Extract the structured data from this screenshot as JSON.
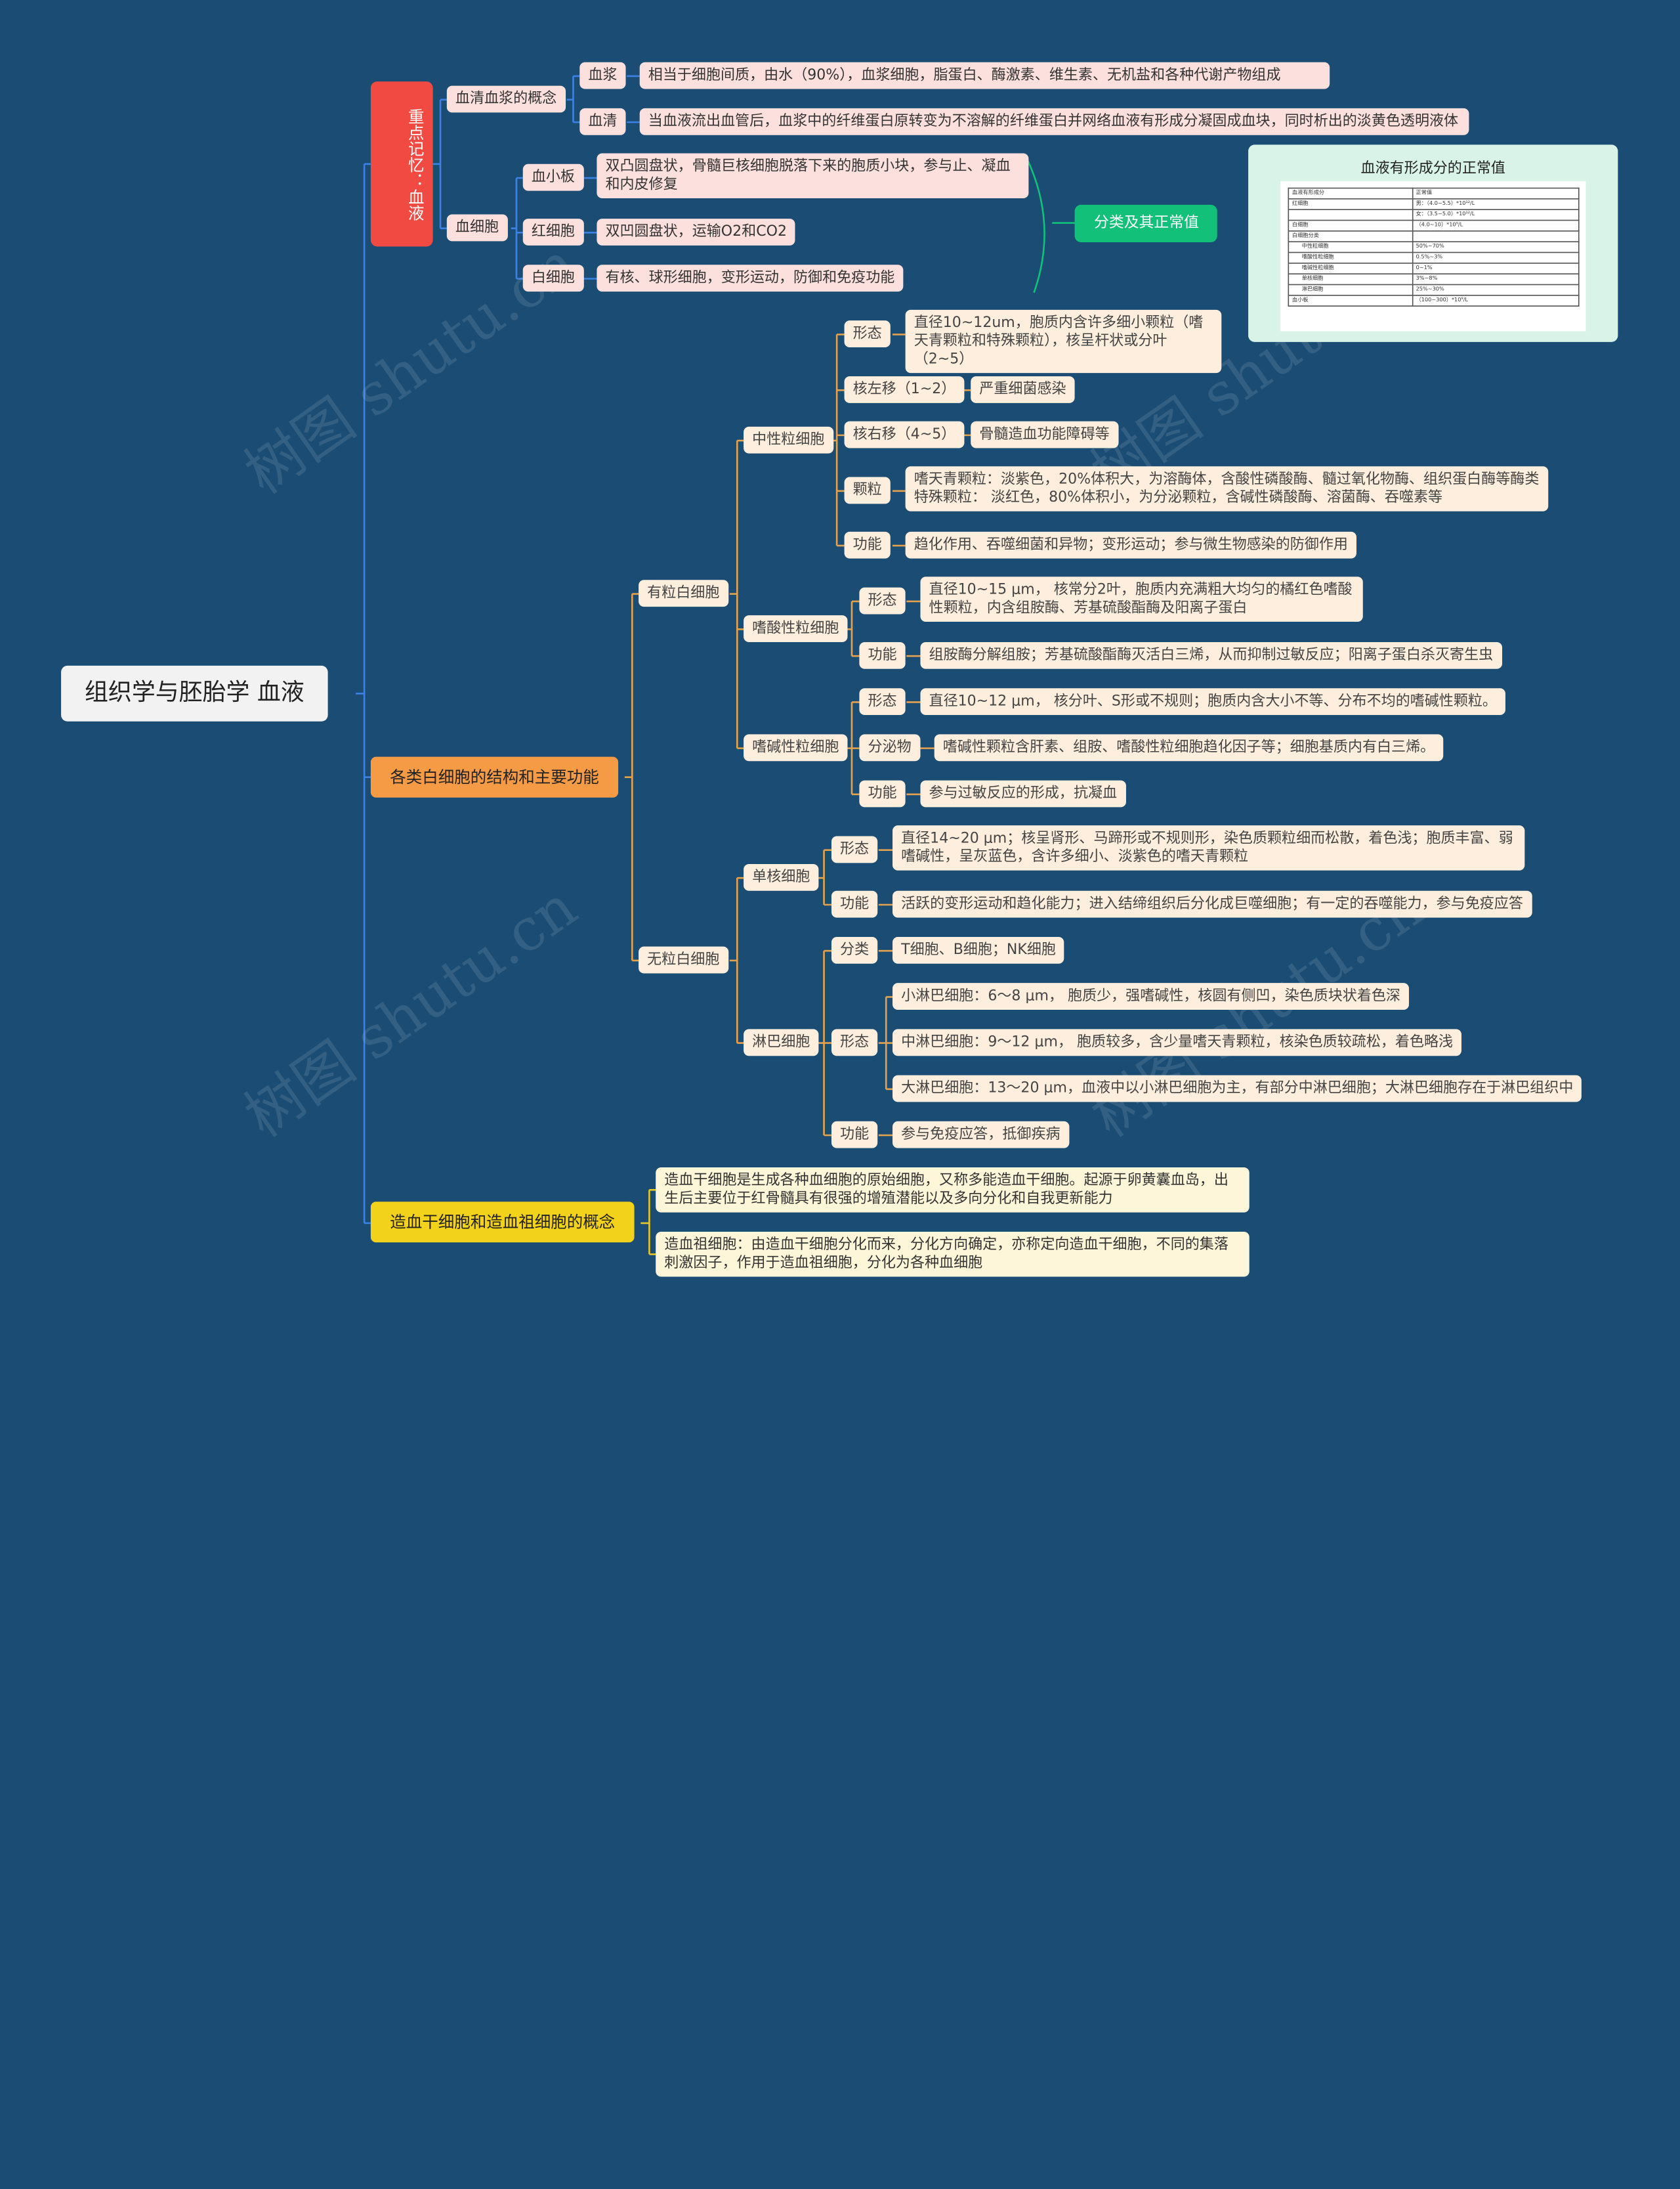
{
  "root": "组织学与胚胎学   血液",
  "branch1": {
    "title": "重点记忆：血液",
    "serum_concept": {
      "label": "血清血浆的概念",
      "plasma": {
        "label": "血浆",
        "desc": "相当于细胞间质，由水（90%），血浆细胞，脂蛋白、酶激素、维生素、无机盐和各种代谢产物组成"
      },
      "serum": {
        "label": "血清",
        "desc": "当血液流出血管后，血浆中的纤维蛋白原转变为不溶解的纤维蛋白并网络血液有形成分凝固成血块，同时析出的淡黄色透明液体"
      }
    },
    "blood_cells": {
      "label": "血细胞",
      "platelet": {
        "label": "血小板",
        "desc": "双凸圆盘状，骨髓巨核细胞脱落下来的胞质小块，参与止、凝血和内皮修复"
      },
      "rbc": {
        "label": "红细胞",
        "desc": "双凹圆盘状，运输O2和CO2"
      },
      "wbc": {
        "label": "白细胞",
        "desc": "有核、球形细胞，变形运动，防御和免疫功能"
      }
    },
    "classify_label": "分类及其正常值",
    "card": {
      "title": "血液有形成分的正常值",
      "rows": [
        [
          "血液有形成分",
          "正常值"
        ],
        [
          "红细胞",
          "男：（4.0~5.5）*10¹²/L"
        ],
        [
          "",
          "女：（3.5~5.0）*10¹²/L"
        ],
        [
          "白细胞",
          "（4.0~10）*10⁹/L"
        ],
        [
          "白细胞分类",
          ""
        ],
        [
          "中性粒细胞",
          "50%~70%"
        ],
        [
          "嗜酸性粒细胞",
          "0.5%~3%"
        ],
        [
          "嗜碱性粒细胞",
          "0~1%"
        ],
        [
          "单核细胞",
          "3%~8%"
        ],
        [
          "淋巴细胞",
          "25%~30%"
        ],
        [
          "血小板",
          "（100~300）*10⁹/L"
        ]
      ]
    }
  },
  "branch2": {
    "title": "各类白细胞的结构和主要功能",
    "granular": {
      "label": "有粒白细胞",
      "neutrophil": {
        "label": "中性粒细胞",
        "morph_label": "形态",
        "morph": "直径10~12um，胞质内含许多细小颗粒（嗜天青颗粒和特殊颗粒），核呈杆状或分叶（2~5）",
        "left_label": "核左移（1~2）",
        "left": "严重细菌感染",
        "right_label": "核右移（4~5）",
        "right": "骨髓造血功能障碍等",
        "gran_label": "颗粒",
        "gran": "嗜天青颗粒：淡紫色，20%体积大，为溶酶体，含酸性磷酸酶、髓过氧化物酶、组织蛋白酶等酶类\n特殊颗粒： 淡红色，80%体积小，为分泌颗粒，含碱性磷酸酶、溶菌酶、吞噬素等",
        "func_label": "功能",
        "func": "趋化作用、吞噬细菌和异物；变形运动；参与微生物感染的防御作用"
      },
      "eosinophil": {
        "label": "嗜酸性粒细胞",
        "morph_label": "形态",
        "morph": "直径10~15 μm， 核常分2叶，胞质内充满粗大均匀的橘红色嗜酸性颗粒，内含组胺酶、芳基硫酸酯酶及阳离子蛋白",
        "func_label": "功能",
        "func": "组胺酶分解组胺；芳基硫酸酯酶灭活白三烯，从而抑制过敏反应；阳离子蛋白杀灭寄生虫"
      },
      "basophil": {
        "label": "嗜碱性粒细胞",
        "morph_label": "形态",
        "morph": "直径10~12 μm， 核分叶、S形或不规则；胞质内含大小不等、分布不均的嗜碱性颗粒。",
        "secr_label": "分泌物",
        "secr": "嗜碱性颗粒含肝素、组胺、嗜酸性粒细胞趋化因子等；细胞基质内有白三烯。",
        "func_label": "功能",
        "func": "参与过敏反应的形成，抗凝血"
      }
    },
    "agranular": {
      "label": "无粒白细胞",
      "monocyte": {
        "label": "单核细胞",
        "morph_label": "形态",
        "morph": "直径14~20 μm；核呈肾形、马蹄形或不规则形，染色质颗粒细而松散，着色浅；胞质丰富、弱嗜碱性，呈灰蓝色，含许多细小、淡紫色的嗜天青颗粒",
        "func_label": "功能",
        "func": "活跃的变形运动和趋化能力；进入结缔组织后分化成巨噬细胞；有一定的吞噬能力，参与免疫应答"
      },
      "lymphocyte": {
        "label": "淋巴细胞",
        "class_label": "分类",
        "class": "T细胞、B细胞；NK细胞",
        "morph_label": "形态",
        "small": "小淋巴细胞：6～8 μm， 胞质少，强嗜碱性，核圆有侧凹，染色质块状着色深",
        "medium": "中淋巴细胞：9～12 μm， 胞质较多，含少量嗜天青颗粒，核染色质较疏松，着色略浅",
        "large": "大淋巴细胞：13～20 μm，血液中以小淋巴细胞为主，有部分中淋巴细胞；大淋巴细胞存在于淋巴组织中",
        "func_label": "功能",
        "func": "参与免疫应答，抵御疾病"
      }
    }
  },
  "branch3": {
    "title": "造血干细胞和造血祖细胞的概念",
    "stem": "造血干细胞是生成各种血细胞的原始细胞，又称多能造血干细胞。起源于卵黄囊血岛，出生后主要位于红骨髓具有很强的增殖潜能以及多向分化和自我更新能力",
    "progenitor": "造血祖细胞：由造血干细胞分化而来，分化方向确定，亦称定向造血干细胞，不同的集落刺激因子，作用于造血祖细胞，分化为各种血细胞"
  },
  "watermark": "树图 shutu.cn",
  "colors": {
    "background": "#1b4d74",
    "branch1": "#f04a43",
    "branch2": "#f59a45",
    "branch3": "#f2d21b",
    "classify": "#13c07a"
  }
}
